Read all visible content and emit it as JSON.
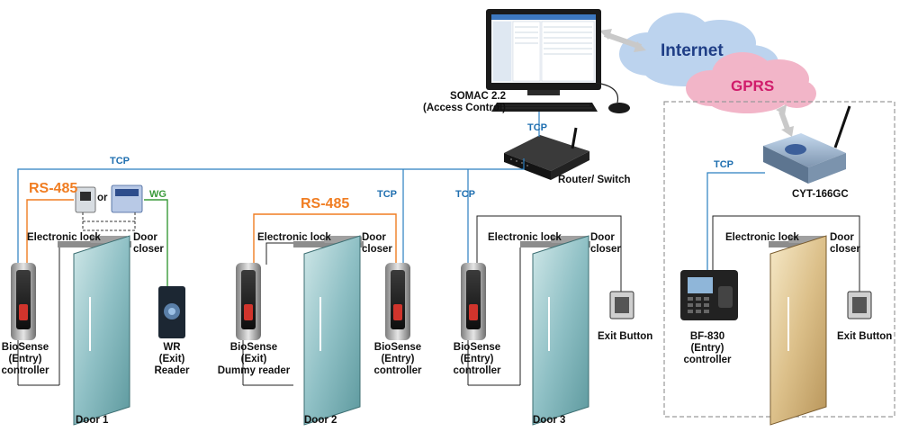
{
  "software": {
    "name_line1": "SOMAC  2.2",
    "name_line2": "(Access Control)"
  },
  "network": {
    "internet": "Internet",
    "gprs": "GPRS",
    "router": "Router/ Switch",
    "tcp": "TCP",
    "cyt_device": "CYT-166GC"
  },
  "protocols": {
    "rs485": "RS-485",
    "wg": "WG",
    "or": "or"
  },
  "common": {
    "electronic_lock": "Electronic lock",
    "door_closer_1": "Door",
    "door_closer_2": "closer",
    "exit_button": "Exit Button"
  },
  "door1": {
    "title": "Door 1",
    "biosense": [
      "BioSense",
      "(Entry)",
      "controller"
    ],
    "reader": [
      "WR",
      "(Exit)",
      "Reader"
    ]
  },
  "door2": {
    "title": "Door 2",
    "biosense_exit": [
      "BioSense",
      "(Exit)",
      "Dummy reader"
    ],
    "biosense_entry": [
      "BioSense",
      "(Entry)",
      "controller"
    ]
  },
  "door3": {
    "title": "Door 3",
    "biosense": [
      "BioSense",
      "(Entry)",
      "controller"
    ]
  },
  "door4": {
    "controller": [
      "BF-830",
      "(Entry)",
      "controller"
    ]
  },
  "colors": {
    "tcp_line": "#2a7fc0",
    "rs485_line": "#f07d22",
    "wg_line": "#3a9a3a",
    "internet_cloud": "#bcd3ee",
    "gprs_cloud": "#f2b5c8"
  }
}
